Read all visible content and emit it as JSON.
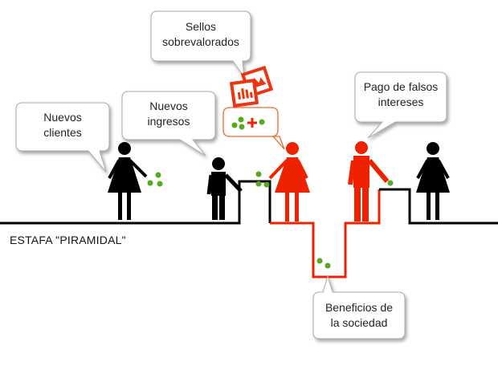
{
  "caption": "ESTAFA \"PIRAMIDAL\"",
  "bubbles": {
    "new_clients": [
      "Nuevos",
      "clientes"
    ],
    "new_income": [
      "Nuevos",
      "ingresos"
    ],
    "stamps": [
      "Sellos",
      "sobrevalorados"
    ],
    "fake_interest": [
      "Pago de falsos",
      "intereses"
    ],
    "society_benefits": [
      "Beneficios de",
      "la sociedad"
    ]
  },
  "colors": {
    "scam": "#ee2200",
    "normal": "#000000",
    "coin": "#55aa22",
    "bubble_border": "#aaaaaa"
  }
}
